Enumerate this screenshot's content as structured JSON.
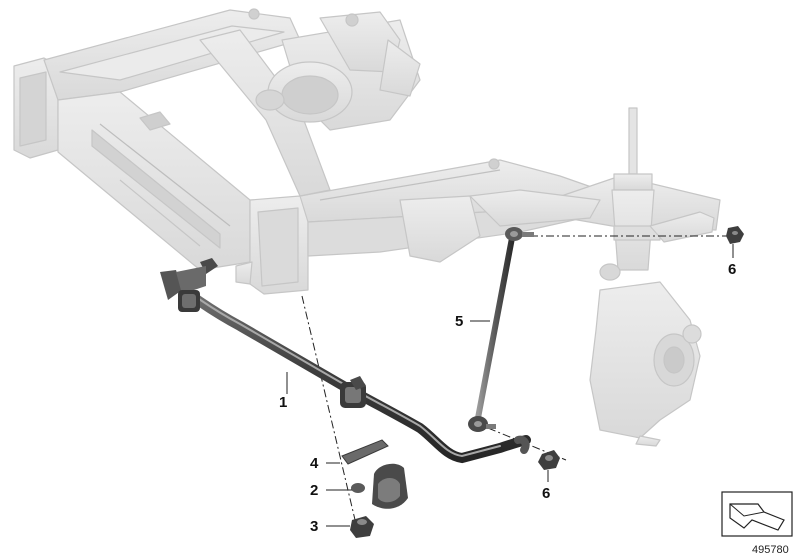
{
  "callouts": {
    "c1": "1",
    "c2": "2",
    "c3": "3",
    "c4": "4",
    "c5": "5",
    "c6_top": "6",
    "c6_bottom": "6"
  },
  "document_number": "495780",
  "colors": {
    "frame_fill": "#e3e3e3",
    "frame_stroke": "#c9c9c9",
    "part_dark": "#4a4a4a",
    "part_mid": "#8a8a8a",
    "line": "#222222"
  },
  "icons": [
    "orientation-arrow-icon"
  ]
}
